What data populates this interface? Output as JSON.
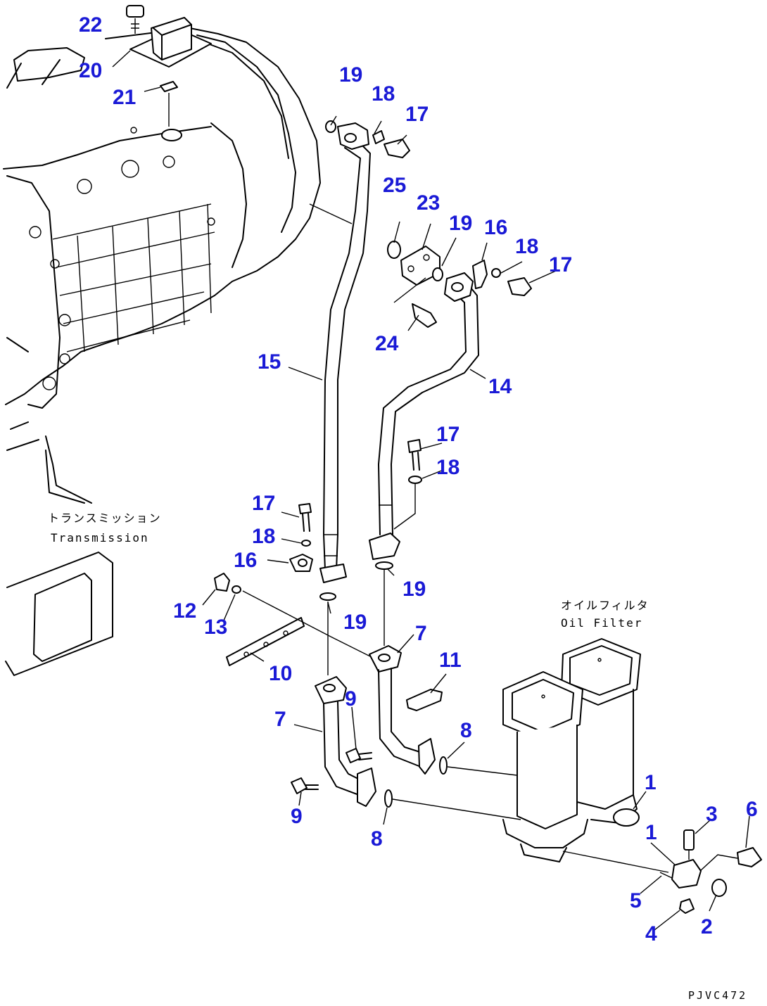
{
  "colors": {
    "callout": "#1a1ad6",
    "lines": "#000000",
    "background": "#ffffff"
  },
  "labels": {
    "transmission_jp": "トランスミッション",
    "transmission_en": "Transmission",
    "oil_filter_jp": "オイルフィルタ",
    "oil_filter_en": "Oil Filter",
    "drawing_code": "PJVC472"
  },
  "callouts": [
    {
      "id": "c22",
      "text": "22"
    },
    {
      "id": "c20",
      "text": "20"
    },
    {
      "id": "c21",
      "text": "21"
    },
    {
      "id": "c19a",
      "text": "19"
    },
    {
      "id": "c18a",
      "text": "18"
    },
    {
      "id": "c17a",
      "text": "17"
    },
    {
      "id": "c25",
      "text": "25"
    },
    {
      "id": "c23",
      "text": "23"
    },
    {
      "id": "c19b",
      "text": "19"
    },
    {
      "id": "c16a",
      "text": "16"
    },
    {
      "id": "c18b",
      "text": "18"
    },
    {
      "id": "c17b",
      "text": "17"
    },
    {
      "id": "c24",
      "text": "24"
    },
    {
      "id": "c15",
      "text": "15"
    },
    {
      "id": "c14",
      "text": "14"
    },
    {
      "id": "c17c",
      "text": "17"
    },
    {
      "id": "c18c",
      "text": "18"
    },
    {
      "id": "c17d",
      "text": "17"
    },
    {
      "id": "c18d",
      "text": "18"
    },
    {
      "id": "c16b",
      "text": "16"
    },
    {
      "id": "c19c",
      "text": "19"
    },
    {
      "id": "c12",
      "text": "12"
    },
    {
      "id": "c13",
      "text": "13"
    },
    {
      "id": "c19d",
      "text": "19"
    },
    {
      "id": "c7a",
      "text": "7"
    },
    {
      "id": "c10",
      "text": "10"
    },
    {
      "id": "c11",
      "text": "11"
    },
    {
      "id": "c9a",
      "text": "9"
    },
    {
      "id": "c7b",
      "text": "7"
    },
    {
      "id": "c8a",
      "text": "8"
    },
    {
      "id": "c1a",
      "text": "1"
    },
    {
      "id": "c9b",
      "text": "9"
    },
    {
      "id": "c8b",
      "text": "8"
    },
    {
      "id": "c3",
      "text": "3"
    },
    {
      "id": "c6",
      "text": "6"
    },
    {
      "id": "c1b",
      "text": "1"
    },
    {
      "id": "c5",
      "text": "5"
    },
    {
      "id": "c4",
      "text": "4"
    },
    {
      "id": "c2",
      "text": "2"
    }
  ]
}
